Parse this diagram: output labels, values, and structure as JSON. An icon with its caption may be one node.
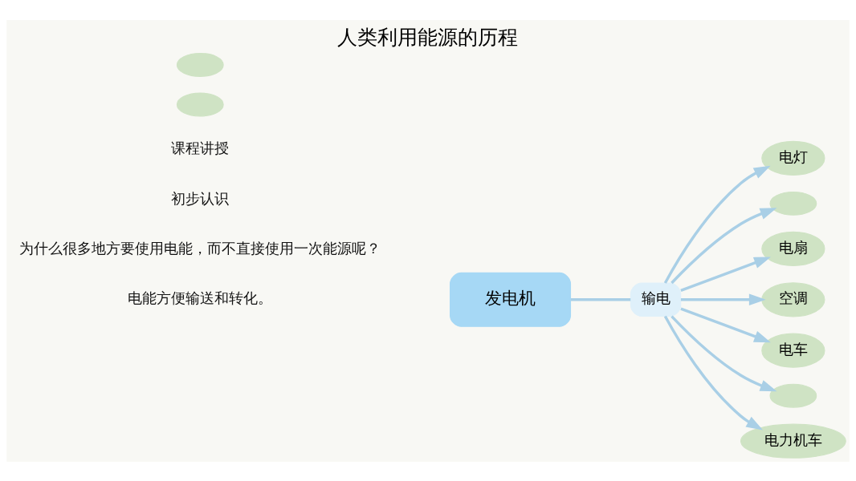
{
  "diagram": {
    "title": "人类利用能源的历程",
    "nodes": [
      {
        "text": [
          "发电机"
        ]
      },
      {
        "text": [
          "输电"
        ]
      },
      {
        "text": [
          "电灯"
        ]
      },
      {
        "text": [],
        "shape": "ellipse"
      },
      {
        "text": [],
        "shape": "ellipse"
      },
      {
        "text": [
          "电扇"
        ]
      },
      {
        "text": [
          "空调"
        ]
      },
      {
        "text": [
          "电车"
        ]
      },
      {
        "text": [],
        "shape": "ellipse"
      },
      {
        "text": [],
        "shape": "ellipse"
      },
      {
        "text": [
          "电力机车"
        ]
      }
    ],
    "edges": [
      {
        "from": 0,
        "to": 1,
        "arrow": "none"
      },
      {
        "from": 1,
        "to": 3,
        "arrow": "to"
      },
      {
        "from": 1,
        "to": 2,
        "arrow": "to"
      },
      {
        "from": 1,
        "to": 5,
        "arrow": "to"
      },
      {
        "from": 1,
        "to": 6,
        "arrow": "to"
      },
      {
        "from": 1,
        "to": 7,
        "arrow": "to"
      },
      {
        "from": 1,
        "to": 10,
        "arrow": "to"
      },
      {
        "from": 1,
        "to": 9,
        "arrow": "to"
      }
    ],
    "labels": [
      "课程讲授",
      "初步认识",
      "为什么很多地方要使用电能，而不直接使用一次能源呢？",
      "电能方便输送和转化。"
    ]
  }
}
